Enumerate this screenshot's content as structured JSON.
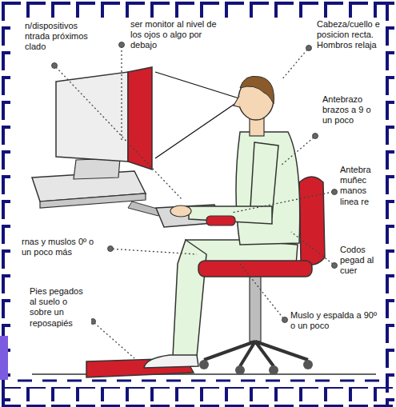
{
  "diagram": {
    "labels": [
      "n/dispositivos ntrada próximos clado",
      "ser monitor al nivel de los ojos o algo por debajo",
      "Cabeza/cuello e posicion recta. Hombros relaja",
      "Antebrazo brazos a 9 o un poco",
      "Antebra muñec manos linea re",
      "Codos pegad al cuer",
      "Muslo y espalda a 90º o un poco",
      "rnas y muslos 0º o un poco más",
      "Pies pegados al suelo o sobre un reposapiés"
    ]
  }
}
